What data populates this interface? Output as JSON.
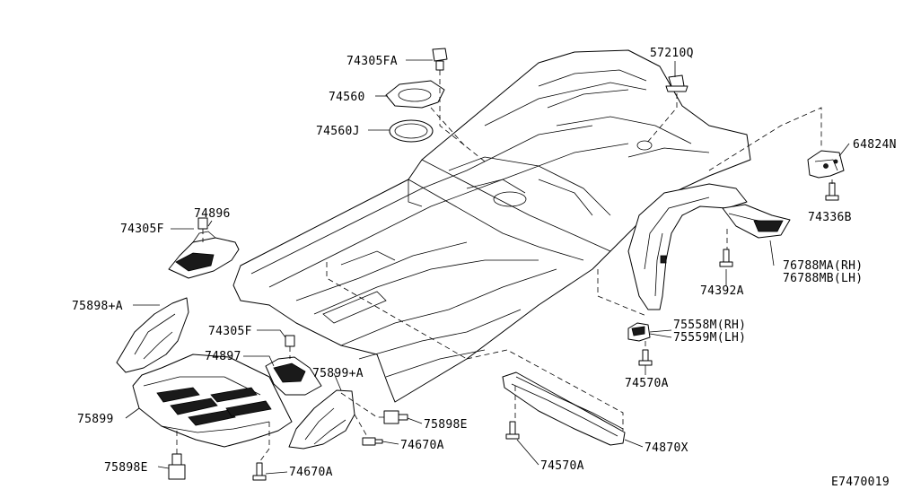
{
  "diagram": {
    "labels": {
      "p74305FA": "74305FA",
      "p74560": "74560",
      "p74560J": "74560J",
      "p57210Q": "57210Q",
      "p64824N": "64824N",
      "p74336B": "74336B",
      "p74896": "74896",
      "p74305F_a": "74305F",
      "p76788MA": "76788MA(RH)",
      "p76788MB": "76788MB(LH)",
      "p74392A": "74392A",
      "p75898A": "75898+A",
      "p75558M": "75558M(RH)",
      "p75559M": "75559M(LH)",
      "p74305F_b": "74305F",
      "p74897": "74897",
      "p75899A": "75899+A",
      "p74570A_a": "74570A",
      "p75899": "75899",
      "p75898E_a": "75898E",
      "p74670A_a": "74670A",
      "p74870X": "74870X",
      "p75898E_b": "75898E",
      "p74670A_b": "74670A",
      "p74570A_b": "74570A"
    },
    "figure_code": "E7470019"
  }
}
